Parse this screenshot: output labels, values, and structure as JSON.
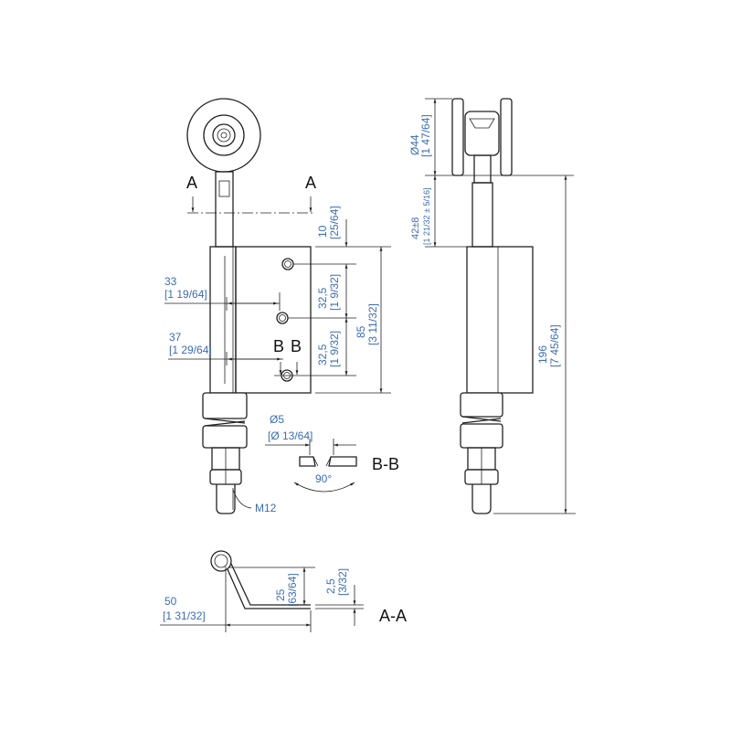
{
  "colors": {
    "dimension": "#3a6db5",
    "line": "#222222"
  },
  "labels": {
    "section_a_left": "A",
    "section_a_right": "A",
    "section_b_left": "B",
    "section_b_right": "B",
    "view_bb": "B-B",
    "view_aa": "A-A"
  },
  "dims": {
    "d10": "10",
    "d10_in": "[25/64]",
    "d32a": "32,5",
    "d32a_in": "[1 9/32]",
    "d32b": "32,5",
    "d32b_in": "[1 9/32]",
    "d85": "85",
    "d85_in": "[3 11/32]",
    "d33": "33",
    "d33_in": "[1 19/64]",
    "d37": "37",
    "d37_in": "[1 29/64]",
    "d44": "Ø44",
    "d44_in": "[1 47/64]",
    "d42": "42±8",
    "d42_in": "[1 21/32 ± 5/16]",
    "d196": "196",
    "d196_in": "[7 45/64]",
    "d5": "Ø5",
    "d5_in": "[Ø 13/64]",
    "angle": "90°",
    "thread": "M12",
    "d50": "50",
    "d50_in": "[1 31/32]",
    "d25": "25",
    "d25_in": "[63/64]",
    "d2_5": "2,5",
    "d2_5_in": "[3/32]"
  }
}
